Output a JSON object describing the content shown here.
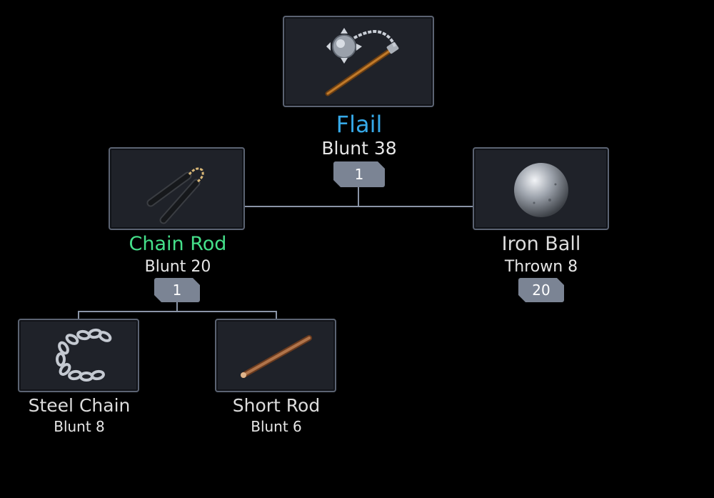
{
  "colors": {
    "background": "#000000",
    "card_bg": "#1f2229",
    "card_border": "#5b6372",
    "connector": "#8a94a6",
    "badge_bg": "#7b8494",
    "name_rare": "#36a9e8",
    "name_uncommon": "#45e08a",
    "name_common": "#dcdcdc"
  },
  "items": {
    "flail": {
      "name": "Flail",
      "stat": "Blunt 38",
      "qty": "1",
      "icon": "flail-icon"
    },
    "chain_rod": {
      "name": "Chain Rod",
      "stat": "Blunt 20",
      "qty": "1",
      "icon": "nunchaku-icon"
    },
    "iron_ball": {
      "name": "Iron Ball",
      "stat": "Thrown 8",
      "qty": "20",
      "icon": "iron-ball-icon"
    },
    "steel_chain": {
      "name": "Steel Chain",
      "stat": "Blunt 8",
      "icon": "chain-icon"
    },
    "short_rod": {
      "name": "Short Rod",
      "stat": "Blunt 6",
      "icon": "rod-icon"
    }
  }
}
